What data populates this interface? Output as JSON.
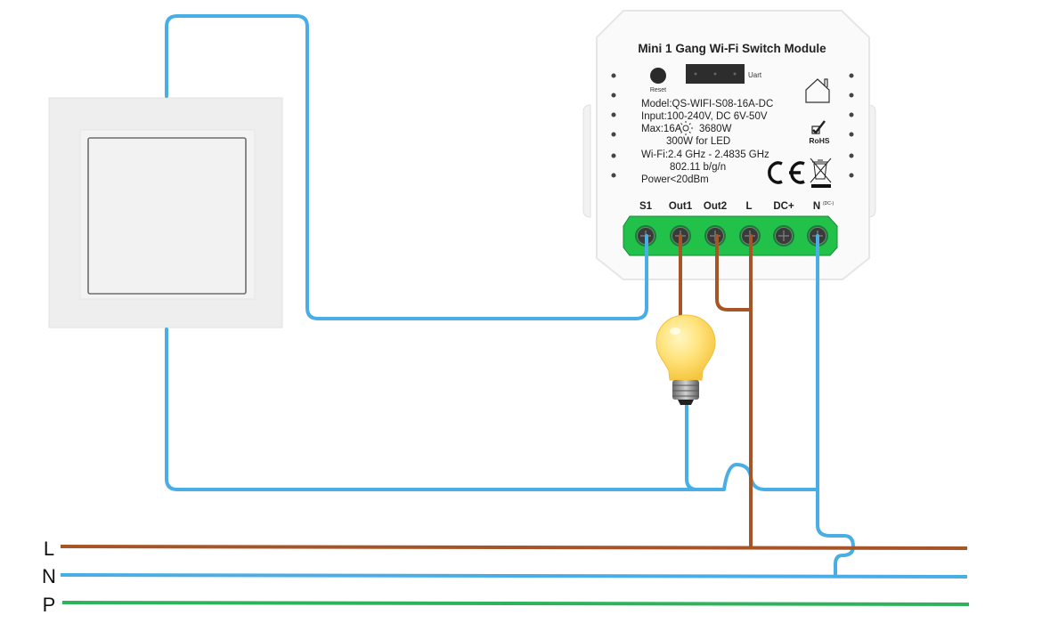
{
  "module": {
    "title": "Mini 1 Gang Wi-Fi Switch Module",
    "reset_label": "Reset",
    "uart_label": "Uart",
    "specs": {
      "model": "Model:QS-WIFI-S08-16A-DC",
      "input": "Input:100-240V, DC 6V-50V",
      "max_prefix": "Max:16A",
      "max_power": "3680W",
      "led": "300W for LED",
      "wifi": "Wi-Fi:2.4 GHz - 2.4835 GHz",
      "wifi_std": "802.11 b/g/n",
      "power": "Power<20dBm"
    },
    "rohs_label": "RoHS",
    "ce_label": "CE",
    "terminals": [
      {
        "label": "S1",
        "sup": ""
      },
      {
        "label": "Out1",
        "sup": ""
      },
      {
        "label": "Out2",
        "sup": ""
      },
      {
        "label": "L",
        "sup": ""
      },
      {
        "label": "DC+",
        "sup": ""
      },
      {
        "label": "N",
        "sup": "(DC-)"
      }
    ]
  },
  "mains": [
    {
      "label": "L",
      "color": "#a0522d"
    },
    {
      "label": "N",
      "color": "#4aaee6"
    },
    {
      "label": "P",
      "color": "#2db45a"
    }
  ],
  "colors": {
    "live_wire": "#a65526",
    "neutral_wire": "#4aaee6",
    "earth_wire": "#2db45a",
    "terminal_block": "#22c24a"
  }
}
